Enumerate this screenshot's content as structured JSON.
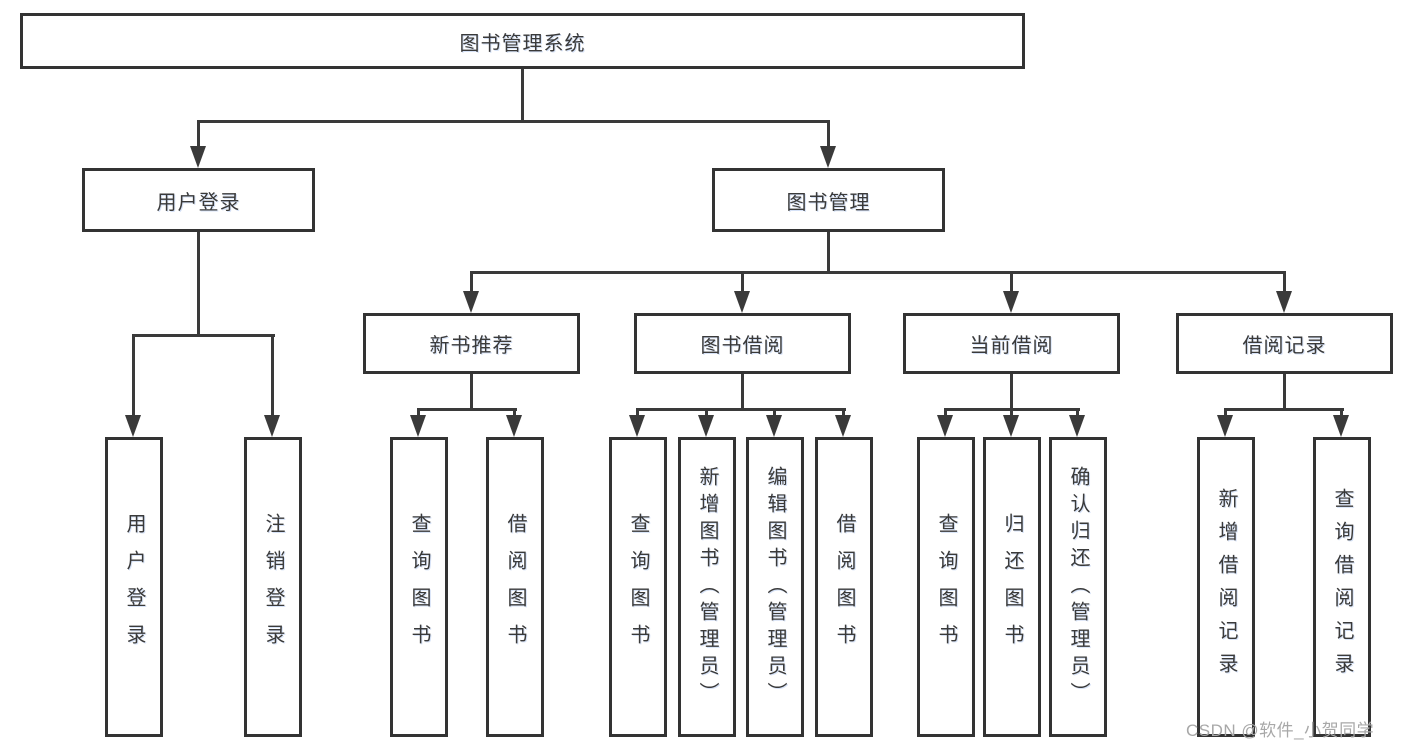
{
  "diagram": {
    "root": {
      "label": "图书管理系统"
    },
    "level2": [
      {
        "label": "用户登录"
      },
      {
        "label": "图书管理"
      }
    ],
    "level3": [
      {
        "label": "新书推荐"
      },
      {
        "label": "图书借阅"
      },
      {
        "label": "当前借阅"
      },
      {
        "label": "借阅记录"
      }
    ],
    "leaves": {
      "user_login": [
        "用户登录",
        "注销登录"
      ],
      "new_book_recommend": [
        "查询图书",
        "借阅图书"
      ],
      "book_borrow": [
        "查询图书",
        "新增图书（管理员）",
        "编辑图书（管理员）",
        "借阅图书"
      ],
      "current_borrow": [
        "查询图书",
        "归还图书",
        "确认归还（管理员）"
      ],
      "borrow_records": [
        "新增借阅记录",
        "查询借阅记录"
      ]
    }
  },
  "watermark": {
    "text": "CSDN @软件_小贺同学"
  },
  "colors": {
    "line": "#3a3a3a",
    "text": "#3a3a3a",
    "watermark": "#a8a8a8",
    "background": "#ffffff"
  }
}
